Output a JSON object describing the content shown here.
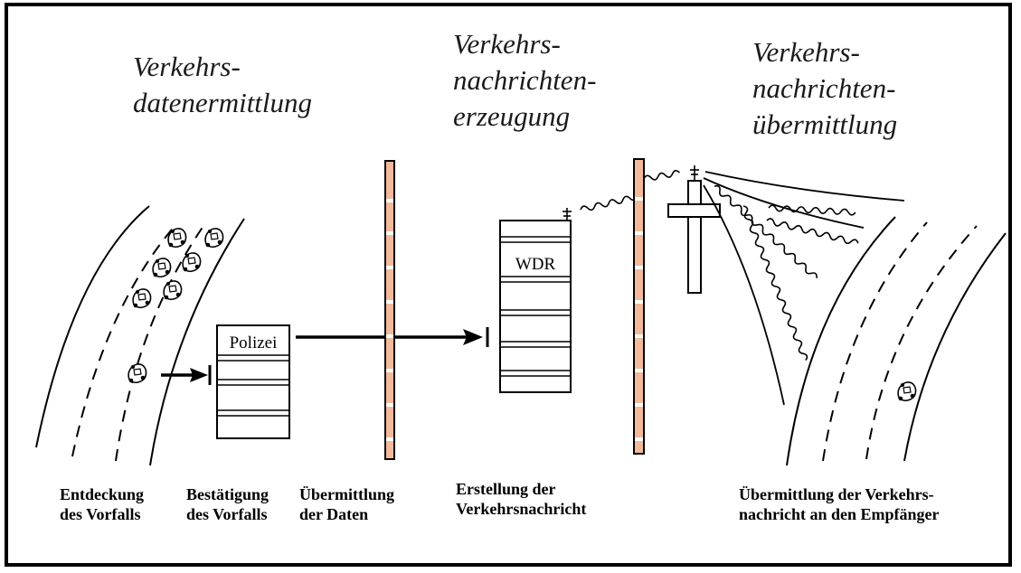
{
  "headings": {
    "h1": [
      "Verkehrs-",
      "datenermittlung"
    ],
    "h2": [
      "Verkehrs-",
      "nachrichten-",
      "erzeugung"
    ],
    "h3": [
      "Verkehrs-",
      "nachrichten-",
      "übermittlung"
    ]
  },
  "buildings": {
    "police": "Polizei",
    "broadcaster": "WDR"
  },
  "captions": {
    "c1": [
      "Entdeckung",
      "des Vorfalls"
    ],
    "c2": [
      "Bestätigung",
      "des Vorfalls"
    ],
    "c3": [
      "Übermittlung",
      "der Daten"
    ],
    "c4": [
      "Erstellung der",
      "Verkehrsnachricht"
    ],
    "c5": [
      "Übermittlung der Verkehrs-",
      "nachricht an den Empfänger"
    ]
  },
  "colors": {
    "pole_fill": "#f2b99a",
    "line": "#000000"
  },
  "icons": [
    "car-icon",
    "antenna-icon",
    "radio-wave-icon",
    "arrow-icon",
    "transmission-tower-icon"
  ]
}
